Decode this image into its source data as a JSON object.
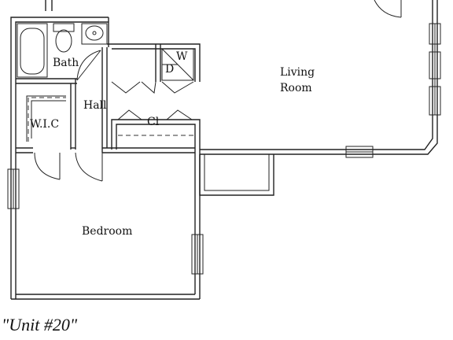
{
  "rooms": {
    "bath": "Bath",
    "washer_w": "W",
    "dryer_d": "D",
    "living_line1": "Living",
    "living_line2": "Room",
    "hall": "Hall",
    "closet": "Cl",
    "walk_in_closet": "W.I.C",
    "bedroom": "Bedroom"
  },
  "caption": "\"Unit #20\""
}
